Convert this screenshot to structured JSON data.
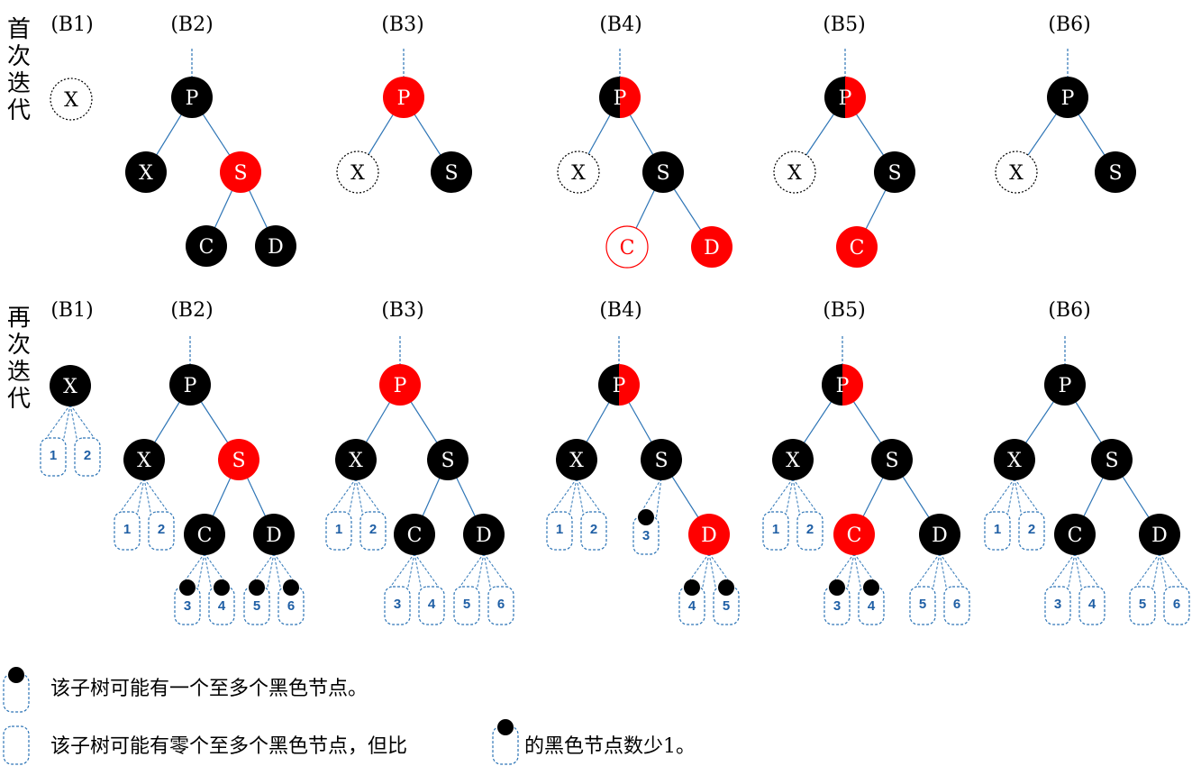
{
  "row_labels": {
    "first": "首次迭代",
    "second": "再次迭代"
  },
  "colors": {
    "black": "#000000",
    "red": "#ff0000",
    "white": "#ffffff",
    "edge": "#2e75b6",
    "subtree": "#2e75b6",
    "subtree_text": "#1f5fa5"
  },
  "legend": {
    "black_subtree_text": "该子树可能有一个至多个黑色节点。",
    "plain_subtree_text": "该子树可能有零个至多个黑色节点，但比",
    "plain_subtree_tail": "的黑色节点数少1。"
  },
  "rows": [
    {
      "name": "first",
      "panels": [
        {
          "label": "(B1)",
          "nodes": [
            {
              "id": "X",
              "text": "X",
              "fill": "dashed"
            }
          ],
          "edges": [],
          "subtrees": []
        },
        {
          "label": "(B2)",
          "nodes": [
            {
              "id": "P",
              "text": "P",
              "fill": "black"
            },
            {
              "id": "X",
              "text": "X",
              "fill": "black"
            },
            {
              "id": "S",
              "text": "S",
              "fill": "red"
            },
            {
              "id": "C",
              "text": "C",
              "fill": "black"
            },
            {
              "id": "D",
              "text": "D",
              "fill": "black"
            }
          ],
          "edges": [
            [
              "P",
              "X"
            ],
            [
              "P",
              "S"
            ],
            [
              "S",
              "C"
            ],
            [
              "S",
              "D"
            ]
          ],
          "subtrees": []
        },
        {
          "label": "(B3)",
          "nodes": [
            {
              "id": "P",
              "text": "P",
              "fill": "red"
            },
            {
              "id": "X",
              "text": "X",
              "fill": "dashed"
            },
            {
              "id": "S",
              "text": "S",
              "fill": "black"
            }
          ],
          "edges": [
            [
              "P",
              "X"
            ],
            [
              "P",
              "S"
            ]
          ],
          "subtrees": []
        },
        {
          "label": "(B4)",
          "nodes": [
            {
              "id": "P",
              "text": "P",
              "fill": "half"
            },
            {
              "id": "X",
              "text": "X",
              "fill": "dashed"
            },
            {
              "id": "S",
              "text": "S",
              "fill": "black"
            },
            {
              "id": "C",
              "text": "C",
              "fill": "red-outline"
            },
            {
              "id": "D",
              "text": "D",
              "fill": "red"
            }
          ],
          "edges": [
            [
              "P",
              "X"
            ],
            [
              "P",
              "S"
            ],
            [
              "S",
              "C"
            ],
            [
              "S",
              "D"
            ]
          ],
          "subtrees": []
        },
        {
          "label": "(B5)",
          "nodes": [
            {
              "id": "P",
              "text": "P",
              "fill": "half"
            },
            {
              "id": "X",
              "text": "X",
              "fill": "dashed"
            },
            {
              "id": "S",
              "text": "S",
              "fill": "black"
            },
            {
              "id": "C",
              "text": "C",
              "fill": "red"
            }
          ],
          "edges": [
            [
              "P",
              "X"
            ],
            [
              "P",
              "S"
            ],
            [
              "S",
              "C"
            ]
          ],
          "subtrees": []
        },
        {
          "label": "(B6)",
          "nodes": [
            {
              "id": "P",
              "text": "P",
              "fill": "black"
            },
            {
              "id": "X",
              "text": "X",
              "fill": "dashed"
            },
            {
              "id": "S",
              "text": "S",
              "fill": "black"
            }
          ],
          "edges": [
            [
              "P",
              "X"
            ],
            [
              "P",
              "S"
            ]
          ],
          "subtrees": []
        }
      ]
    },
    {
      "name": "second",
      "panels": [
        {
          "label": "(B1)",
          "nodes": [
            {
              "id": "X",
              "text": "X",
              "fill": "black"
            }
          ],
          "edges": [],
          "subtrees": [
            {
              "parent": "X",
              "text": "1",
              "dot": false
            },
            {
              "parent": "X",
              "text": "2",
              "dot": false
            }
          ]
        },
        {
          "label": "(B2)",
          "nodes": [
            {
              "id": "P",
              "text": "P",
              "fill": "black"
            },
            {
              "id": "X",
              "text": "X",
              "fill": "black"
            },
            {
              "id": "S",
              "text": "S",
              "fill": "red"
            },
            {
              "id": "C",
              "text": "C",
              "fill": "black"
            },
            {
              "id": "D",
              "text": "D",
              "fill": "black"
            }
          ],
          "edges": [
            [
              "P",
              "X"
            ],
            [
              "P",
              "S"
            ],
            [
              "S",
              "C"
            ],
            [
              "S",
              "D"
            ]
          ],
          "subtrees": [
            {
              "parent": "X",
              "text": "1",
              "dot": false
            },
            {
              "parent": "X",
              "text": "2",
              "dot": false
            },
            {
              "parent": "C",
              "text": "3",
              "dot": true
            },
            {
              "parent": "C",
              "text": "4",
              "dot": true
            },
            {
              "parent": "D",
              "text": "5",
              "dot": true
            },
            {
              "parent": "D",
              "text": "6",
              "dot": true
            }
          ]
        },
        {
          "label": "(B3)",
          "nodes": [
            {
              "id": "P",
              "text": "P",
              "fill": "red"
            },
            {
              "id": "X",
              "text": "X",
              "fill": "black"
            },
            {
              "id": "S",
              "text": "S",
              "fill": "black"
            },
            {
              "id": "C",
              "text": "C",
              "fill": "black"
            },
            {
              "id": "D",
              "text": "D",
              "fill": "black"
            }
          ],
          "edges": [
            [
              "P",
              "X"
            ],
            [
              "P",
              "S"
            ],
            [
              "S",
              "C"
            ],
            [
              "S",
              "D"
            ]
          ],
          "subtrees": [
            {
              "parent": "X",
              "text": "1",
              "dot": false
            },
            {
              "parent": "X",
              "text": "2",
              "dot": false
            },
            {
              "parent": "C",
              "text": "3",
              "dot": false
            },
            {
              "parent": "C",
              "text": "4",
              "dot": false
            },
            {
              "parent": "D",
              "text": "5",
              "dot": false
            },
            {
              "parent": "D",
              "text": "6",
              "dot": false
            }
          ]
        },
        {
          "label": "(B4)",
          "nodes": [
            {
              "id": "P",
              "text": "P",
              "fill": "half"
            },
            {
              "id": "X",
              "text": "X",
              "fill": "black"
            },
            {
              "id": "S",
              "text": "S",
              "fill": "black"
            },
            {
              "id": "D",
              "text": "D",
              "fill": "red"
            }
          ],
          "edges": [
            [
              "P",
              "X"
            ],
            [
              "P",
              "S"
            ],
            [
              "S",
              "D"
            ]
          ],
          "subtrees": [
            {
              "parent": "X",
              "text": "1",
              "dot": false
            },
            {
              "parent": "X",
              "text": "2",
              "dot": false
            },
            {
              "parent": "S",
              "text": "3",
              "dot": true,
              "pos": "left"
            },
            {
              "parent": "D",
              "text": "4",
              "dot": true
            },
            {
              "parent": "D",
              "text": "5",
              "dot": true
            }
          ]
        },
        {
          "label": "(B5)",
          "nodes": [
            {
              "id": "P",
              "text": "P",
              "fill": "half"
            },
            {
              "id": "X",
              "text": "X",
              "fill": "black"
            },
            {
              "id": "S",
              "text": "S",
              "fill": "black"
            },
            {
              "id": "C",
              "text": "C",
              "fill": "red"
            },
            {
              "id": "D",
              "text": "D",
              "fill": "black"
            }
          ],
          "edges": [
            [
              "P",
              "X"
            ],
            [
              "P",
              "S"
            ],
            [
              "S",
              "C"
            ],
            [
              "S",
              "D"
            ]
          ],
          "subtrees": [
            {
              "parent": "X",
              "text": "1",
              "dot": false
            },
            {
              "parent": "X",
              "text": "2",
              "dot": false
            },
            {
              "parent": "C",
              "text": "3",
              "dot": true
            },
            {
              "parent": "C",
              "text": "4",
              "dot": true
            },
            {
              "parent": "D",
              "text": "5",
              "dot": false
            },
            {
              "parent": "D",
              "text": "6",
              "dot": false
            }
          ]
        },
        {
          "label": "(B6)",
          "nodes": [
            {
              "id": "P",
              "text": "P",
              "fill": "black"
            },
            {
              "id": "X",
              "text": "X",
              "fill": "black"
            },
            {
              "id": "S",
              "text": "S",
              "fill": "black"
            },
            {
              "id": "C",
              "text": "C",
              "fill": "black"
            },
            {
              "id": "D",
              "text": "D",
              "fill": "black"
            }
          ],
          "edges": [
            [
              "P",
              "X"
            ],
            [
              "P",
              "S"
            ],
            [
              "S",
              "C"
            ],
            [
              "S",
              "D"
            ]
          ],
          "subtrees": [
            {
              "parent": "X",
              "text": "1",
              "dot": false
            },
            {
              "parent": "X",
              "text": "2",
              "dot": false
            },
            {
              "parent": "C",
              "text": "3",
              "dot": false
            },
            {
              "parent": "C",
              "text": "4",
              "dot": false
            },
            {
              "parent": "D",
              "text": "5",
              "dot": false
            },
            {
              "parent": "D",
              "text": "6",
              "dot": false
            }
          ]
        }
      ]
    }
  ]
}
